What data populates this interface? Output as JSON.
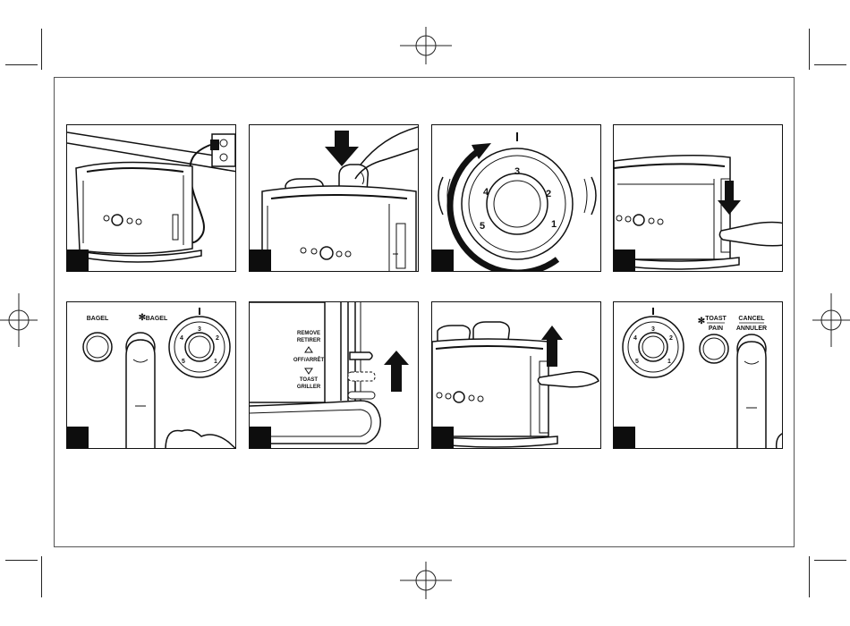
{
  "panels": [
    {
      "id": 1
    },
    {
      "id": 2
    },
    {
      "id": 3,
      "dial": {
        "settings": [
          "1",
          "2",
          "3",
          "4",
          "5"
        ]
      }
    },
    {
      "id": 4
    },
    {
      "id": 5,
      "buttons": {
        "bagel": "BAGEL",
        "bagel_frozen": "BAGEL"
      },
      "dial": {
        "settings": [
          "1",
          "2",
          "3",
          "4",
          "5"
        ]
      }
    },
    {
      "id": 6,
      "lever_labels": {
        "remove": "REMOVE",
        "retirer": "RETIRER",
        "off": "OFF/ARRÊT",
        "toast": "TOAST",
        "griller": "GRILLER"
      }
    },
    {
      "id": 7
    },
    {
      "id": 8,
      "buttons": {
        "toast": "TOAST",
        "pain": "PAIN",
        "cancel": "CANCEL",
        "annuler": "ANNULER"
      },
      "dial": {
        "settings": [
          "1",
          "2",
          "3",
          "4",
          "5"
        ]
      }
    }
  ]
}
